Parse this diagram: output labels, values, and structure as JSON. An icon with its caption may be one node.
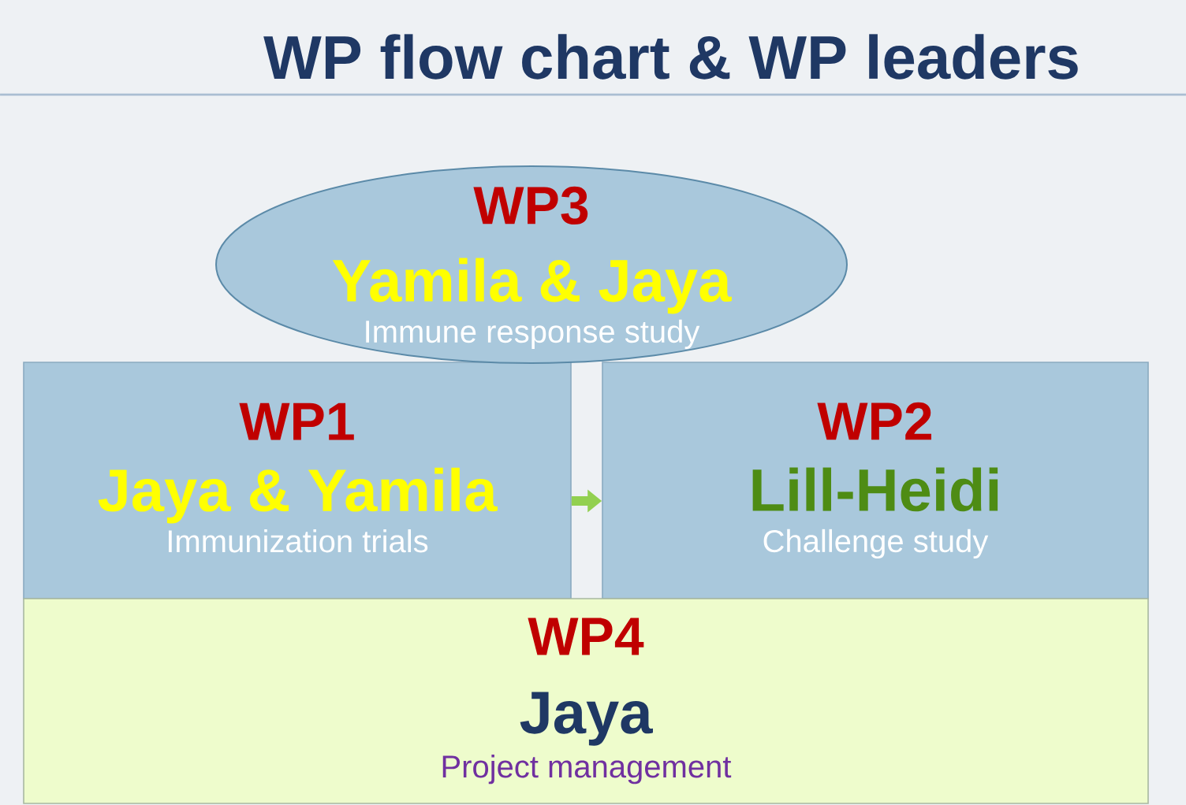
{
  "diagram": {
    "title": "WP flow chart & WP leaders",
    "nodes": [
      {
        "text": [
          "WP3",
          "Yamila & Jaya",
          "Immune response study"
        ]
      },
      {
        "text": [
          "WP1",
          "Jaya & Yamila",
          "Immunization trials"
        ]
      },
      {
        "text": [
          "WP2",
          "Lill-Heidi",
          "Challenge study"
        ]
      },
      {
        "text": [
          "WP4",
          "Jaya",
          "Project management"
        ]
      }
    ],
    "edges": [
      {
        "from": 1,
        "to": 2,
        "arrow": "to",
        "color": "#92d050"
      }
    ]
  }
}
